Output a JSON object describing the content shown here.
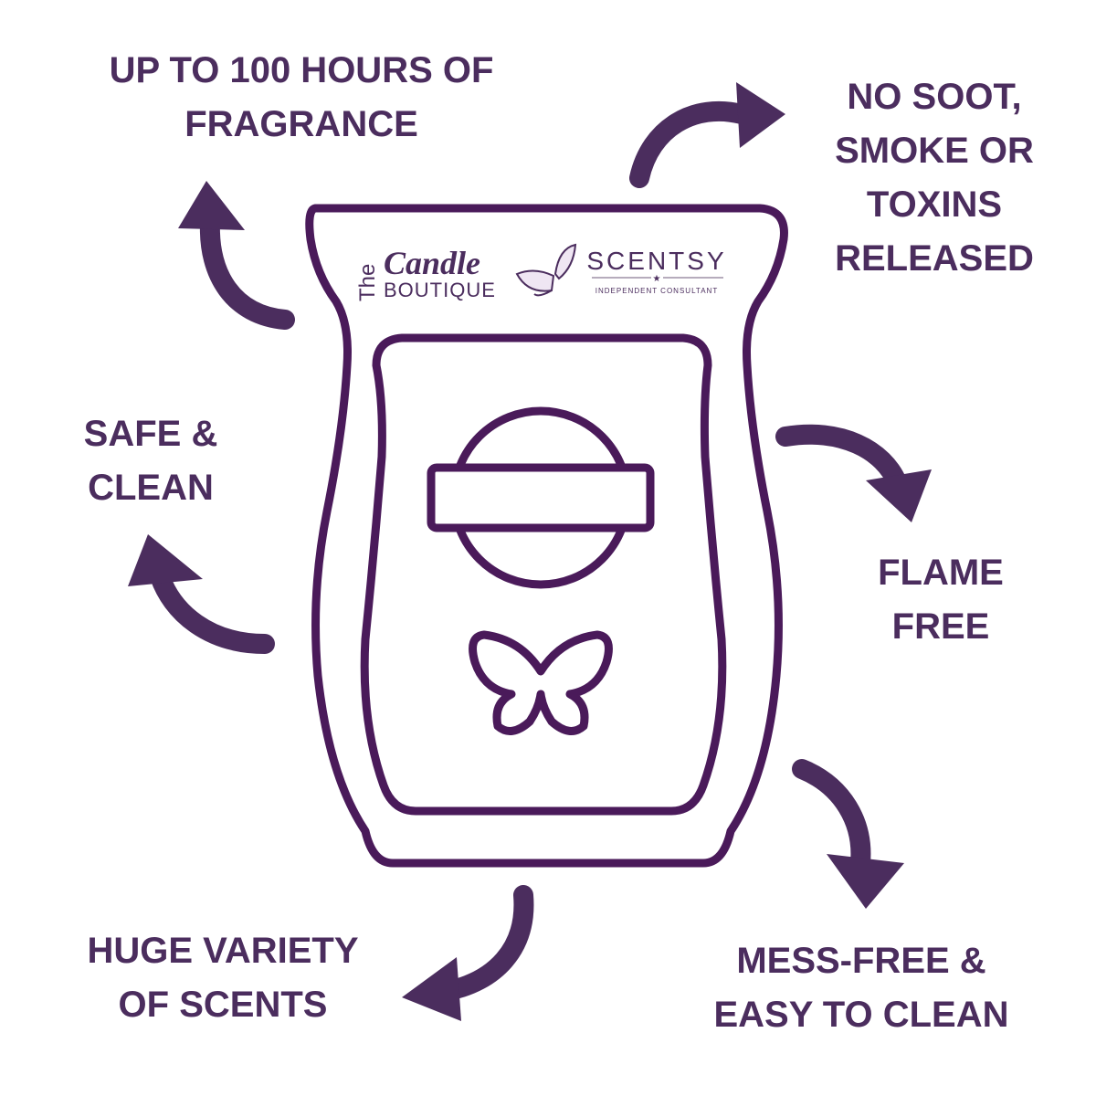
{
  "features": {
    "fragrance": [
      "UP TO 100 HOURS OF",
      "FRAGRANCE"
    ],
    "no_soot": [
      "NO SOOT,",
      "SMOKE OR",
      "TOXINS",
      "RELEASED"
    ],
    "safe": [
      "SAFE &",
      "CLEAN"
    ],
    "flame_free": [
      "FLAME",
      "FREE"
    ],
    "variety": [
      "HUGE VARIETY",
      "OF SCENTS"
    ],
    "mess_free": [
      "MESS-FREE &",
      "EASY TO CLEAN"
    ]
  },
  "logo": {
    "the": "The",
    "candle": "Candle",
    "boutique": "BOUTIQUE",
    "brand": "SCENTSY",
    "subtitle": "INDEPENDENT CONSULTANT"
  },
  "colors": {
    "accent": "#4b2d5e",
    "outline": "#4a1a5a"
  }
}
